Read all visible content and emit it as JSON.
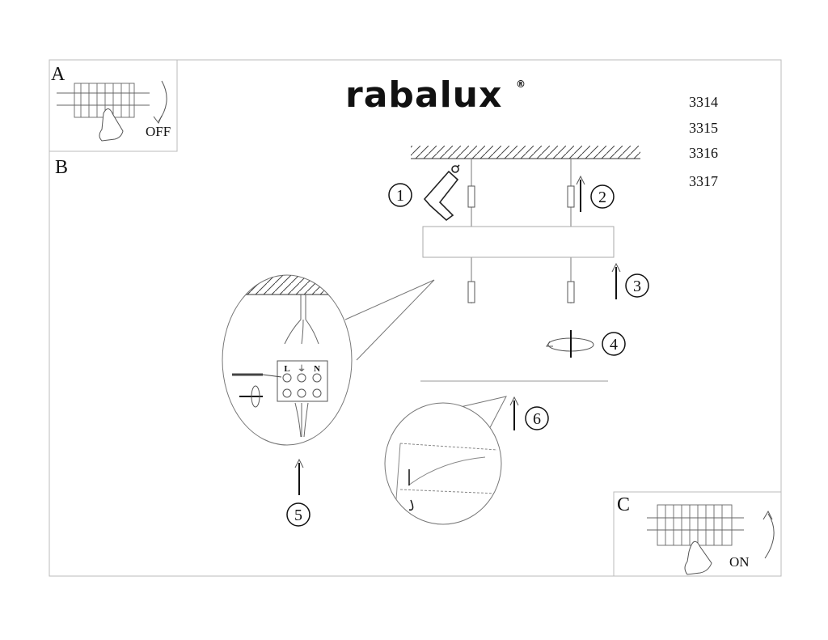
{
  "document": {
    "brand": "rabalux",
    "brand_mark": "®",
    "models": [
      "3314",
      "3315",
      "3316",
      "3317"
    ]
  },
  "panels": {
    "a": {
      "letter": "A",
      "switch_state": "OFF"
    },
    "b": {
      "letter": "B"
    },
    "c": {
      "letter": "C",
      "switch_state": "ON"
    }
  },
  "terminal": {
    "labels": [
      "L",
      "⏚",
      "N"
    ]
  },
  "steps": [
    "1",
    "2",
    "3",
    "4",
    "5",
    "6"
  ],
  "colors": {
    "ink": "#1a1a1a",
    "line": "#555555",
    "frame": "#bbbbbb"
  }
}
